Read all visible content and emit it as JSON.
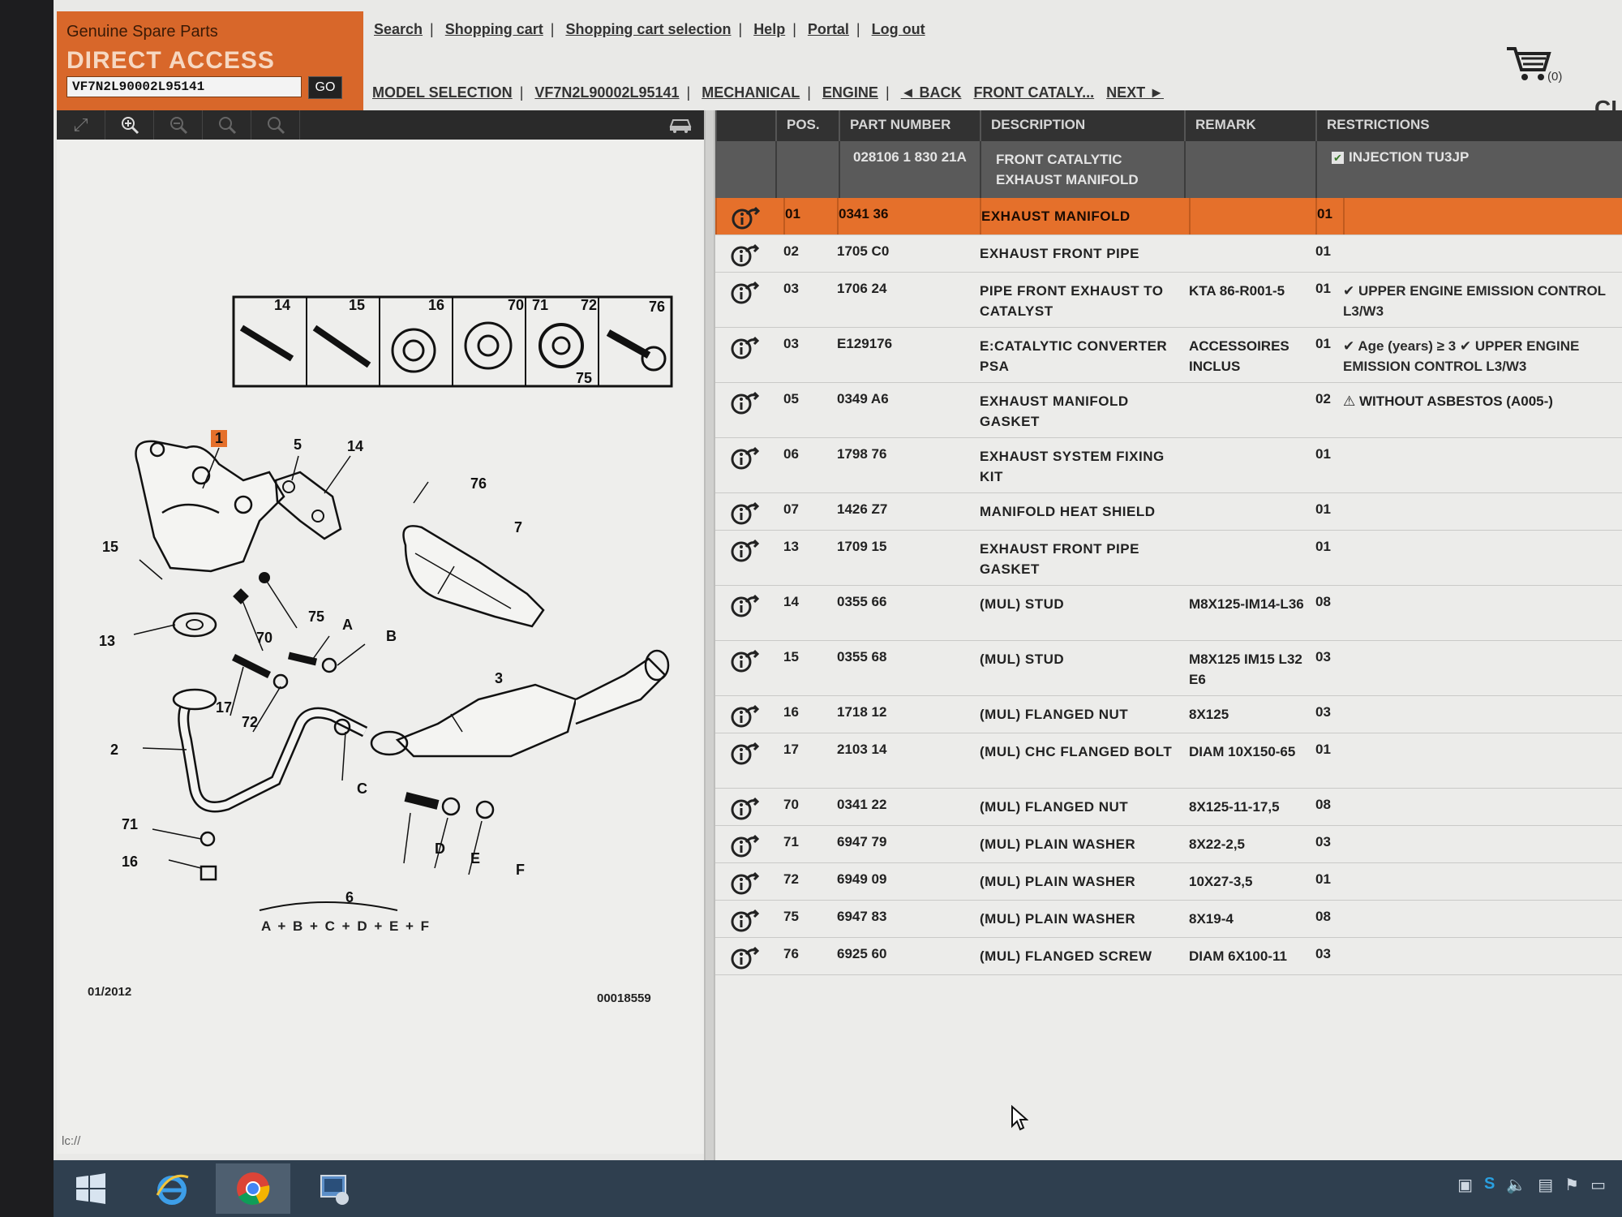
{
  "header": {
    "brand_small": "Genuine Spare Parts",
    "brand_big": "DIRECT ACCESS",
    "vin_value": "VF7N2L90002L95141",
    "go_label": "GO",
    "nav": [
      "Search",
      "Shopping cart",
      "Shopping cart selection",
      "Help",
      "Portal",
      "Log out"
    ],
    "breadcrumb": [
      "MODEL SELECTION",
      "VF7N2L90002L95141",
      "MECHANICAL",
      "ENGINE"
    ],
    "back_label": "◄ BACK",
    "current_label": "FRONT CATALY...",
    "next_label": "NEXT ►",
    "cart_count": "(0)",
    "brand_fragment": "CI"
  },
  "toolbar": {
    "icons": [
      "zoom-fit-icon",
      "zoom-in-icon",
      "zoom-out-icon",
      "zoom-area-icon",
      "zoom-reset-icon"
    ],
    "vehicle_icon": "car-icon"
  },
  "diagram": {
    "date_code": "01/2012",
    "illustration_code": "00018559",
    "formula": "A + B + C + D + E + F",
    "inset_labels": [
      "14",
      "15",
      "16",
      "70",
      "71",
      "72",
      "75",
      "76"
    ],
    "callouts": [
      "1",
      "5",
      "14",
      "76",
      "7",
      "15",
      "13",
      "70",
      "75",
      "A",
      "B",
      "3",
      "17",
      "72",
      "2",
      "C",
      "71",
      "16",
      "D",
      "E",
      "F",
      "6"
    ],
    "highlight_callout": "1",
    "status_url": "lc://"
  },
  "table": {
    "headers": {
      "pos": "POS.",
      "part_number": "PART NUMBER",
      "description": "DESCRIPTION",
      "remark": "REMARK",
      "restrictions": "RESTRICTIONS"
    },
    "title_row": {
      "part_number": "028106 1 830 21A",
      "description": "FRONT CATALYTIC EXHAUST MANIFOLD",
      "restriction": "INJECTION TU3JP"
    },
    "rows": [
      {
        "pos": "01",
        "part": "0341 36",
        "desc": "EXHAUST MANIFOLD",
        "remark": "",
        "qty": "01",
        "restriction": "",
        "selected": true
      },
      {
        "pos": "02",
        "part": "1705 C0",
        "desc": "EXHAUST FRONT PIPE",
        "remark": "",
        "qty": "01",
        "restriction": ""
      },
      {
        "pos": "03",
        "part": "1706 24",
        "desc": "PIPE FRONT EXHAUST TO CATALYST",
        "remark": "KTA 86-R001-5",
        "qty": "01",
        "restriction": "✔ UPPER ENGINE EMISSION CONTROL L3/W3"
      },
      {
        "pos": "03",
        "part": "E129176",
        "desc": "E:CATALYTIC CONVERTER PSA",
        "remark": "ACCESSOIRES INCLUS",
        "qty": "01",
        "restriction": "✔ Age (years) ≥ 3  ✔ UPPER ENGINE EMISSION CONTROL L3/W3"
      },
      {
        "pos": "05",
        "part": "0349 A6",
        "desc": "EXHAUST MANIFOLD GASKET",
        "remark": "",
        "qty": "02",
        "restriction": "⚠ WITHOUT ASBESTOS (A005-)"
      },
      {
        "pos": "06",
        "part": "1798 76",
        "desc": "EXHAUST SYSTEM FIXING KIT",
        "remark": "",
        "qty": "01",
        "restriction": ""
      },
      {
        "pos": "07",
        "part": "1426 Z7",
        "desc": "MANIFOLD HEAT SHIELD",
        "remark": "",
        "qty": "01",
        "restriction": ""
      },
      {
        "pos": "13",
        "part": "1709 15",
        "desc": "EXHAUST FRONT PIPE GASKET",
        "remark": "",
        "qty": "01",
        "restriction": ""
      },
      {
        "pos": "14",
        "part": "0355 66",
        "desc": "(MUL) STUD",
        "remark": "M8X125-IM14-L36",
        "qty": "08",
        "restriction": ""
      },
      {
        "pos": "15",
        "part": "0355 68",
        "desc": "(MUL) STUD",
        "remark": "M8X125 IM15 L32 E6",
        "qty": "03",
        "restriction": ""
      },
      {
        "pos": "16",
        "part": "1718 12",
        "desc": "(MUL) FLANGED NUT",
        "remark": "8X125",
        "qty": "03",
        "restriction": ""
      },
      {
        "pos": "17",
        "part": "2103 14",
        "desc": "(MUL) CHC FLANGED BOLT",
        "remark": "DIAM 10X150-65",
        "qty": "01",
        "restriction": ""
      },
      {
        "pos": "70",
        "part": "0341 22",
        "desc": "(MUL) FLANGED NUT",
        "remark": "8X125-11-17,5",
        "qty": "08",
        "restriction": ""
      },
      {
        "pos": "71",
        "part": "6947 79",
        "desc": "(MUL) PLAIN WASHER",
        "remark": "8X22-2,5",
        "qty": "03",
        "restriction": ""
      },
      {
        "pos": "72",
        "part": "6949 09",
        "desc": "(MUL) PLAIN WASHER",
        "remark": "10X27-3,5",
        "qty": "01",
        "restriction": ""
      },
      {
        "pos": "75",
        "part": "6947 83",
        "desc": "(MUL) PLAIN WASHER",
        "remark": "8X19-4",
        "qty": "08",
        "restriction": ""
      },
      {
        "pos": "76",
        "part": "6925 60",
        "desc": "(MUL) FLANGED SCREW",
        "remark": "DIAM 6X100-11",
        "qty": "03",
        "restriction": ""
      }
    ]
  },
  "taskbar": {
    "apps": [
      "windows-start-icon",
      "internet-explorer-icon",
      "chrome-icon",
      "app-window-icon"
    ],
    "tray_icons": [
      "network-icon",
      "skype-icon",
      "speaker-icon",
      "display-icon",
      "flag-icon",
      "monitor-icon"
    ]
  },
  "colors": {
    "accent_orange": "#e5702b",
    "header_dark": "#323232",
    "taskbar": "#2f3f4f"
  }
}
